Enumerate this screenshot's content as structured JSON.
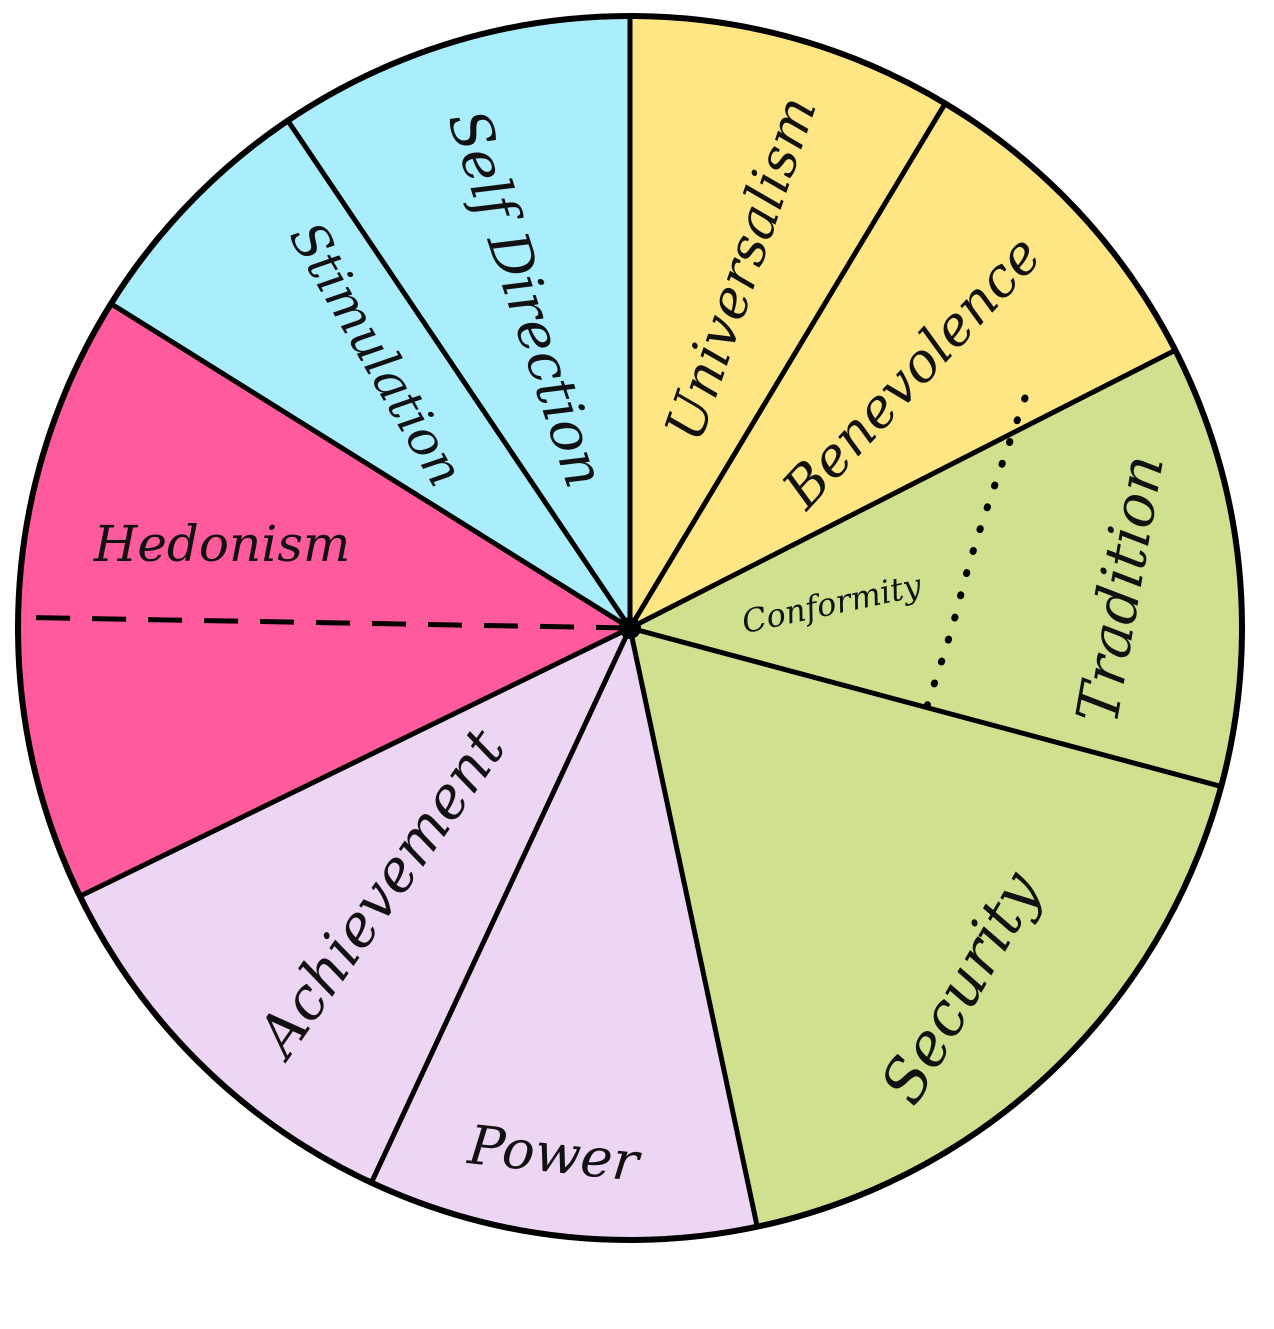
{
  "title": "",
  "colors": {
    "yellow": "#ffe685",
    "green": "#cfe08e",
    "lavender": "#ecd6f3",
    "pink": "#ff5a9c",
    "cyan": "#aaedfc",
    "stroke": "#000000"
  },
  "segments": [
    {
      "id": "universalism",
      "label": "Universalism",
      "color": "#ffe685",
      "start_deg": 0,
      "end_deg": 31
    },
    {
      "id": "benevolence",
      "label": "Benevolence",
      "color": "#ffe685",
      "start_deg": 31,
      "end_deg": 63
    },
    {
      "id": "tradition",
      "label": "Tradition",
      "color": "#cfe08e",
      "start_deg": 63,
      "end_deg": 105
    },
    {
      "id": "security",
      "label": "Security",
      "color": "#cfe08e",
      "start_deg": 105,
      "end_deg": 168
    },
    {
      "id": "power",
      "label": "Power",
      "color": "#ecd6f3",
      "start_deg": 168,
      "end_deg": 205
    },
    {
      "id": "achievement",
      "label": "Achievement",
      "color": "#ecd6f3",
      "start_deg": 205,
      "end_deg": 244
    },
    {
      "id": "hedonism",
      "label": "Hedonism",
      "color": "#ff5a9c",
      "start_deg": 244,
      "end_deg": 302
    },
    {
      "id": "stimulation",
      "label": "Stimulation",
      "color": "#aaedfc",
      "start_deg": 302,
      "end_deg": 326
    },
    {
      "id": "self-direction",
      "label": "Self Direction",
      "color": "#aaedfc",
      "start_deg": 326,
      "end_deg": 360
    }
  ],
  "inner_labels": {
    "conformity": "Conformity"
  },
  "dividers": {
    "hedonism_dashed_deg": 271,
    "conformity_dotted": "Tradition/Conformity boundary"
  }
}
